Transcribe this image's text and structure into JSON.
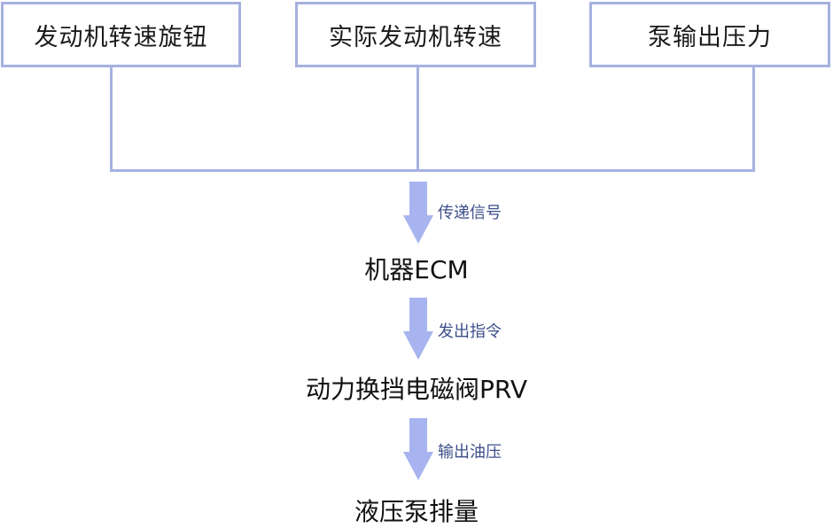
{
  "inputs": [
    {
      "label": "发动机转速旋钮"
    },
    {
      "label": "实际发动机转速"
    },
    {
      "label": "泵输出压力"
    }
  ],
  "flow": [
    {
      "arrow_label": "传递信号",
      "node": "机器ECM"
    },
    {
      "arrow_label": "发出指令",
      "node": "动力换挡电磁阀PRV"
    },
    {
      "arrow_label": "输出油压",
      "node": "液压泵排量"
    }
  ],
  "colors": {
    "box_border": "#a6b1df",
    "connector": "#a6b1df",
    "arrow": "#a8b4f0",
    "arrow_label": "#3d4f8a"
  }
}
